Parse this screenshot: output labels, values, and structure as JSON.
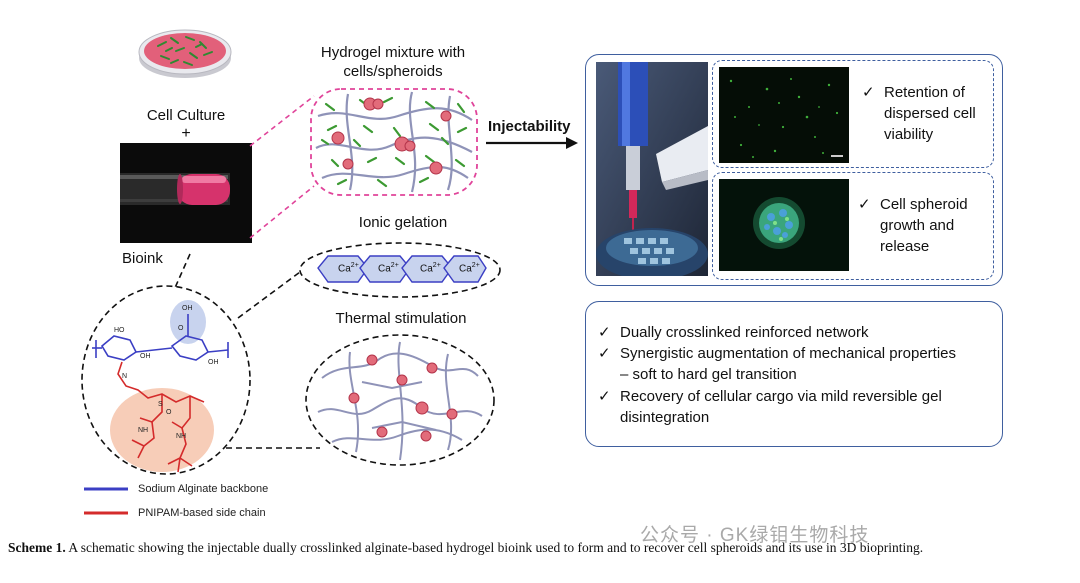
{
  "labels": {
    "cell_culture": "Cell Culture",
    "plus": "+",
    "bioink": "Bioink",
    "hydrogel_line1": "Hydrogel mixture with",
    "hydrogel_line2": "cells/spheroids",
    "injectability": "Injectability",
    "ionic_gelation": "Ionic gelation",
    "thermal_stimulation": "Thermal stimulation",
    "ion": "Ca",
    "ion_charge": "2+"
  },
  "legend": [
    {
      "label": "Sodium Alginate backbone",
      "color": "#3b3fc4"
    },
    {
      "label": "PNIPAM-based side chain",
      "color": "#d42b2b"
    }
  ],
  "right_top_panel": {
    "items": [
      {
        "lines": [
          "Retention of",
          "dispersed cell",
          "viability"
        ]
      },
      {
        "lines": [
          "Cell spheroid",
          "growth and",
          "release"
        ]
      }
    ]
  },
  "right_bottom_panel": {
    "bullets": [
      {
        "lines": [
          "Dually crosslinked reinforced network"
        ]
      },
      {
        "lines": [
          "Synergistic augmentation of mechanical properties",
          "– soft to hard gel transition"
        ]
      },
      {
        "lines": [
          "Recovery of cellular cargo via mild reversible gel",
          "disintegration"
        ]
      }
    ]
  },
  "check_mark": "✓",
  "caption": {
    "bold": "Scheme 1.",
    "text": " A schematic showing the injectable dually crosslinked alginate-based hydrogel bioink used to form and to recover cell spheroids and its use in 3D bioprinting."
  },
  "watermark": "公众号 · GK绿钼生物科技",
  "colors": {
    "panel_border": "#3f5f9f",
    "pink_dash": "#e0449a",
    "backbone": "#3b3fc4",
    "side_chain": "#d42b2b",
    "fiber_green": "#3c9a32",
    "network_gray": "#8f93b8"
  }
}
